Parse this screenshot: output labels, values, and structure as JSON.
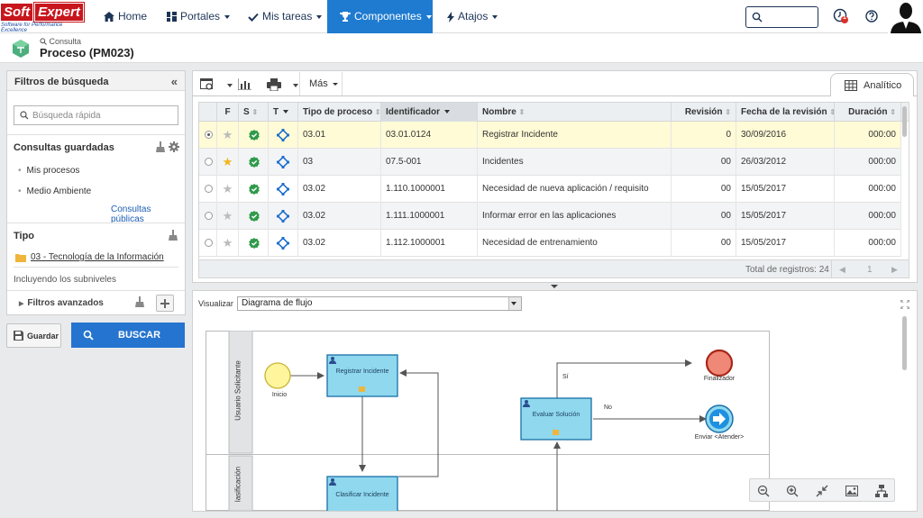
{
  "brand": {
    "logo_left": "Soft",
    "logo_right": "Expert",
    "tagline": "Software for Performance Excellence"
  },
  "nav": {
    "home": "Home",
    "portales": "Portales",
    "tareas": "Mis tareas",
    "componentes": "Componentes",
    "atajos": "Atajos"
  },
  "notif_count": "1",
  "header": {
    "breadcrumb": "Consulta",
    "title": "Proceso (PM023)"
  },
  "filters": {
    "title": "Filtros de búsqueda",
    "quick_placeholder": "Búsqueda rápida",
    "saved_title": "Consultas guardadas",
    "saved": [
      "Mis procesos",
      "Medio Ambiente"
    ],
    "public_link": "Consultas públicas",
    "tipo_title": "Tipo",
    "tipo_value": "03 - Tecnología de la Información",
    "sublevels": "Incluyendo los subniveles",
    "advanced": "Filtros avanzados",
    "save_btn": "Guardar",
    "search_btn": "BUSCAR"
  },
  "toolbar": {
    "mas": "Más",
    "tab_analitico": "Analítico"
  },
  "table": {
    "headers": {
      "f": "F",
      "s": "S",
      "t": "T",
      "tipo": "Tipo de proceso",
      "id": "Identificador",
      "nombre": "Nombre",
      "rev": "Revisión",
      "fecha": "Fecha de la revisión",
      "dur": "Duración"
    },
    "rows": [
      {
        "tipo": "03.01",
        "id": "03.01.0124",
        "nombre": "Registrar Incidente",
        "rev": "0",
        "fecha": "30/09/2016",
        "dur": "000:00",
        "star": false,
        "selected": true
      },
      {
        "tipo": "03",
        "id": "07.5-001",
        "nombre": "Incidentes",
        "rev": "00",
        "fecha": "26/03/2012",
        "dur": "000:00",
        "star": true,
        "selected": false
      },
      {
        "tipo": "03.02",
        "id": "1.110.1000001",
        "nombre": "Necesidad de nueva aplicación / requisito",
        "rev": "00",
        "fecha": "15/05/2017",
        "dur": "000:00",
        "star": false,
        "selected": false
      },
      {
        "tipo": "03.02",
        "id": "1.111.1000001",
        "nombre": "Informar error en las aplicaciones",
        "rev": "00",
        "fecha": "15/05/2017",
        "dur": "000:00",
        "star": false,
        "selected": false
      },
      {
        "tipo": "03.02",
        "id": "1.112.1000001",
        "nombre": "Necesidad de entrenamiento",
        "rev": "00",
        "fecha": "15/05/2017",
        "dur": "000:00",
        "star": false,
        "selected": false
      }
    ],
    "total": "Total de registros: 24",
    "page": "1"
  },
  "viewer": {
    "label": "Visualizar",
    "selected": "Diagrama de flujo"
  },
  "diagram": {
    "lane1": "Usuario Solicitante",
    "lane2": "lasificación",
    "start": "Inicio",
    "task1": "Registrar Incidente",
    "task2": "Evaluar Solución",
    "task3": "Clasificar Incidente",
    "end": "Finalizador",
    "send": "Enviar <Atender>",
    "yes": "Sí",
    "no": "No"
  },
  "colors": {
    "nav_active": "#1e7bd0",
    "selected_row": "#fffbd6",
    "task_fill": "#8fd8ee",
    "task_border": "#1a6fa8",
    "start_fill": "#fff59d",
    "end_fill": "#f08877",
    "brand_red": "#c8161d"
  }
}
